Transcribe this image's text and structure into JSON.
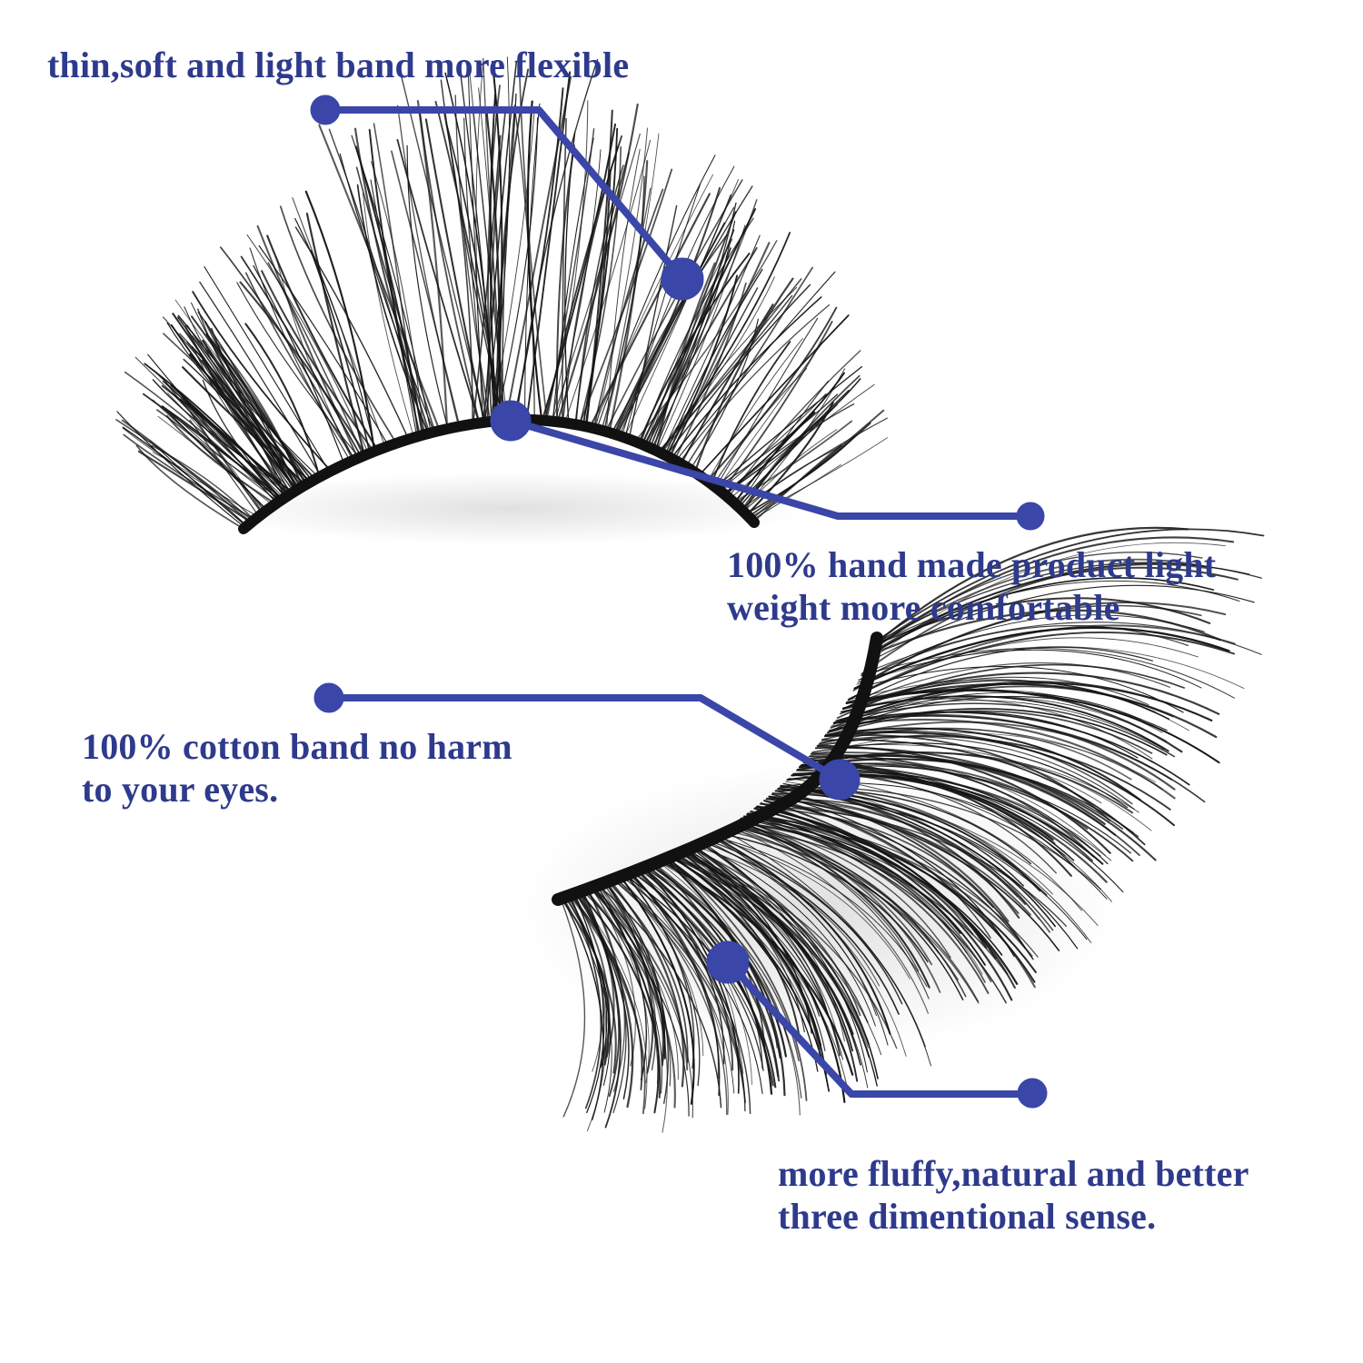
{
  "colors": {
    "accent": "#3a46a8",
    "text": "#2e3a8c",
    "lash": "#141414",
    "background": "#ffffff"
  },
  "callouts": [
    {
      "id": "band-flexibility",
      "lines": [
        "thin,soft and light band more flexible"
      ],
      "target": "upper-lash-fibers"
    },
    {
      "id": "handmade-lightweight",
      "lines": [
        "100% hand made product light",
        "weight more comfortable"
      ],
      "target": "upper-lash-band"
    },
    {
      "id": "cotton-band",
      "lines": [
        "100% cotton band no harm",
        "to your eyes."
      ],
      "target": "lower-lash-band"
    },
    {
      "id": "fluffy-3d",
      "lines": [
        "more fluffy,natural and better",
        "three dimentional sense."
      ],
      "target": "lower-lash-fibers"
    }
  ],
  "images": [
    {
      "name": "upper-false-eyelash",
      "description": "black wispy false eyelash strip, arched"
    },
    {
      "name": "lower-false-eyelash",
      "description": "black fluffy false eyelash strip, angled"
    }
  ]
}
